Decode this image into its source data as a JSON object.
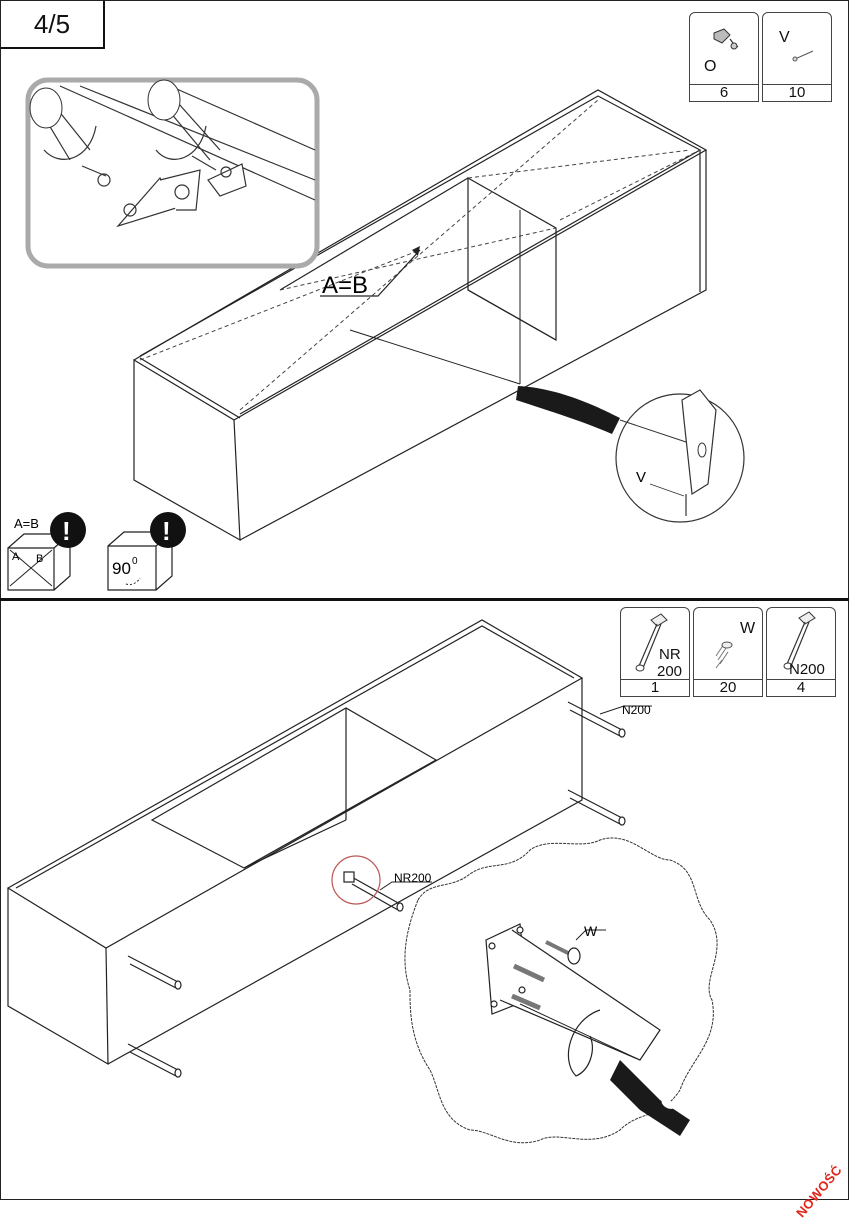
{
  "step": {
    "label": "4/5"
  },
  "top_parts": [
    {
      "id": "O",
      "count": "6",
      "icon": "corner-bracket-icon"
    },
    {
      "id": "V",
      "count": "10",
      "icon": "nail-icon"
    }
  ],
  "bottom_parts": [
    {
      "id": "NR\n200",
      "id_line1": "NR",
      "id_line2": "200",
      "count": "1",
      "icon": "leg-nr200-icon"
    },
    {
      "id": "W",
      "count": "20",
      "icon": "wall-plug-screw-icon"
    },
    {
      "id": "N200",
      "count": "4",
      "icon": "leg-n200-icon"
    }
  ],
  "annotations": {
    "equal_diagonals": "A=B",
    "nail_label": "V",
    "warning_diagonal_title": "A=B",
    "diag_a": "A",
    "diag_b": "B",
    "right_angle": "90",
    "degree": "0",
    "leg_n200": "N200",
    "leg_nr200": "NR200",
    "screw_w": "W"
  },
  "badge": {
    "text": "NOWOŚĆ",
    "color": "#e1261c"
  }
}
